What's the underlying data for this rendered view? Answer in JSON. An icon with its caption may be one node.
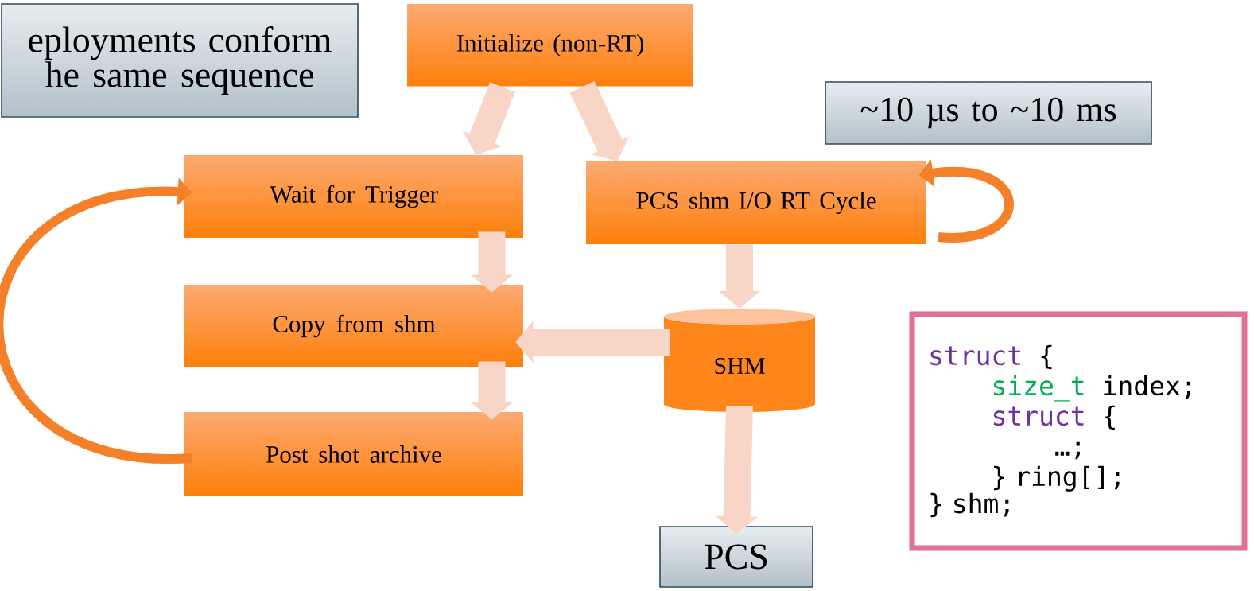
{
  "diagram": {
    "nodes": [
      {
        "text": [
          "eployments conform he same sequence"
        ]
      },
      {
        "text": [
          "Initialize (non-RT)"
        ]
      },
      {
        "text": [
          "~10 µs to ~10 ms"
        ]
      },
      {
        "text": [
          "Wait for Trigger"
        ]
      },
      {
        "text": [
          "PCS shm I/O RT Cycle"
        ]
      },
      {
        "text": [
          "Copy from shm"
        ]
      },
      {
        "text": [
          "SHM"
        ]
      },
      {
        "text": [
          "Post shot archive"
        ]
      },
      {
        "text": [
          "PCS"
        ]
      },
      {
        "text": [
          "struct",
          "{",
          "size_t",
          "index;",
          "struct",
          "{",
          "…;",
          "} ring[];",
          "} shm;"
        ]
      }
    ],
    "edges": [
      {
        "from": 1,
        "to": 3,
        "arrow": "to"
      },
      {
        "from": 1,
        "to": 4,
        "arrow": "to"
      },
      {
        "from": 3,
        "to": 5,
        "arrow": "to"
      },
      {
        "from": 5,
        "to": 7,
        "arrow": "to"
      },
      {
        "from": 4,
        "to": 6,
        "arrow": "to"
      },
      {
        "from": 6,
        "to": 5,
        "arrow": "to"
      },
      {
        "from": 6,
        "to": 8,
        "arrow": "to"
      },
      {
        "from": 7,
        "to": 3,
        "arrow": "to",
        "color": "#f4812a"
      },
      {
        "from": null,
        "to": 4,
        "arrow": "to",
        "color": "#f4812a"
      }
    ]
  }
}
